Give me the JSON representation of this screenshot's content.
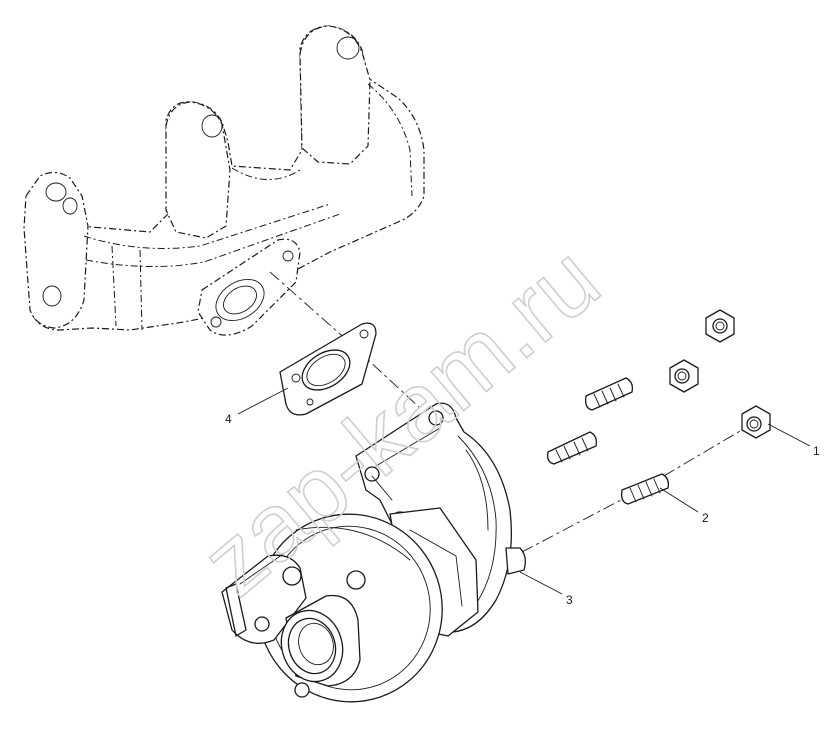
{
  "diagram": {
    "watermark": "zap-kam.ru",
    "corner_mark": "",
    "callouts": [
      {
        "id": "part-1",
        "label": "1",
        "part": "nut"
      },
      {
        "id": "part-2",
        "label": "2",
        "part": "stud"
      },
      {
        "id": "part-3",
        "label": "3",
        "part": "turbocharger"
      },
      {
        "id": "part-4",
        "label": "4",
        "part": "gasket"
      }
    ]
  }
}
